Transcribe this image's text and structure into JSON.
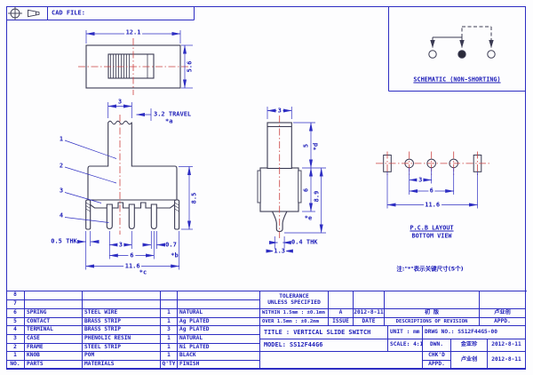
{
  "header": {
    "cad_file_label": "CAD FILE:"
  },
  "schematic": {
    "caption": "SCHEMATIC (NON-SHORTING)"
  },
  "pcb": {
    "caption_line1": "P.C.B LAYOUT",
    "caption_line2": "BOTTOM VIEW"
  },
  "note": "注:\"*\"表示关键尺寸(5个)",
  "callouts": [
    "1",
    "2",
    "3",
    "4"
  ],
  "dims": {
    "top_view": {
      "width": "12.1",
      "height": "5.6"
    },
    "front": {
      "knob_w": "3",
      "travel": "3.2 TRAVEL",
      "key_a": "*a",
      "height": "8.5",
      "thk": "0.5 THK",
      "pitch": "3",
      "term_w": "0.7",
      "span": "6",
      "key_b": "*b",
      "total_w": "11.6",
      "key_c": "*c"
    },
    "side": {
      "knob_w": "3",
      "knob_h": "5",
      "key_d": "*d",
      "body_h": "6",
      "key_e": "*e",
      "total_h": "8.9",
      "thk": "0.4 THK",
      "tip": "1.3"
    },
    "pcb": {
      "pitch": "3",
      "span": "6",
      "width": "11.6"
    }
  },
  "parts_table": {
    "headers": [
      "NO.",
      "PARTS",
      "MATERIALS",
      "Q'TY",
      "FINISH"
    ],
    "rows": [
      {
        "no": "8",
        "part": "",
        "material": "",
        "qty": "",
        "finish": ""
      },
      {
        "no": "7",
        "part": "",
        "material": "",
        "qty": "",
        "finish": ""
      },
      {
        "no": "6",
        "part": "SPRING",
        "material": "STEEL WIRE",
        "qty": "1",
        "finish": "NATURAL"
      },
      {
        "no": "5",
        "part": "CONTACT",
        "material": "BRASS STRIP",
        "qty": "1",
        "finish": "Ag PLATED"
      },
      {
        "no": "4",
        "part": "TERMINAL",
        "material": "BRASS STRIP",
        "qty": "3",
        "finish": "Ag PLATED"
      },
      {
        "no": "3",
        "part": "CASE",
        "material": "PHENOLIC RESIN",
        "qty": "1",
        "finish": "NATURAL"
      },
      {
        "no": "2",
        "part": "FRAME",
        "material": "STEEL STRIP",
        "qty": "1",
        "finish": "Ni PLATED"
      },
      {
        "no": "1",
        "part": "KNOB",
        "material": "POM",
        "qty": "1",
        "finish": "BLACK"
      }
    ]
  },
  "title_block": {
    "tolerance_line1": "TOLERANCE",
    "tolerance_line2": "UNLESS  SPECIFIED",
    "within": "WITHIN 1.5mm : ±0.1mm",
    "over": "OVER 1.5mm : ±0.2mm",
    "issue_value": "A",
    "issue_label": "ISSUE",
    "date_value": "2012-8-11",
    "date_label": "DATE",
    "revision_desc": "初 版",
    "revision_label": "DESCRIPTIONS OF REVISION",
    "appd_name_top": "卢业创",
    "appd_label": "APPD.",
    "title": "TITLE :  VERTICAL SLIDE SWITCH",
    "unit": "UNIT :  mm",
    "drwg_no": "DRWG NO.:  SS12F44G5-00",
    "model": "MODEL:  SS12F44G6",
    "scale": "SCALE:  4:1",
    "dwn_label": "DWN.",
    "dwn_name": "金亚珍",
    "dwn_date": "2012-8-11",
    "chkd_label": "CHK'D",
    "chkd_name": "卢业创",
    "chkd_date": "2012-8-11",
    "appd2_label": "APPD."
  }
}
